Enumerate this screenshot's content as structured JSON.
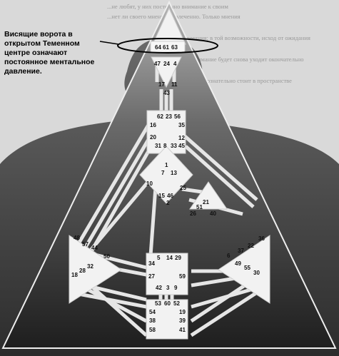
{
  "annotation": {
    "lines": [
      "Висящие ворота в",
      "открытом Теменном",
      "центре означают",
      "постоянное ментальное",
      "давление."
    ]
  },
  "background_text": {
    "lines": [
      "...не любят, у них постоянно внимание к своим",
      "...нет ли своего мнения, отвлеченно. Только мнения",
      "...внимания; в той возможности, исход от ожидания",
      "...как внимание будет снова уходит окончательно",
      "...Если вы сознательно стоит в пространстве"
    ]
  },
  "gates": {
    "head": [
      "64",
      "61",
      "63"
    ],
    "head_bottom": [
      "47",
      "24",
      "4"
    ],
    "ajna_bottom": [
      "17",
      "11",
      "43"
    ],
    "throat": [
      "62",
      "23",
      "56",
      "16",
      "35",
      "12",
      "20",
      "31",
      "8",
      "33",
      "45"
    ],
    "g_center": [
      "1",
      "7",
      "13",
      "10",
      "15",
      "46",
      "2",
      "25"
    ],
    "heart": [
      "21",
      "51",
      "26",
      "40"
    ],
    "spleen": [
      "48",
      "57",
      "44",
      "50",
      "32",
      "28",
      "18"
    ],
    "solar_plexus": [
      "36",
      "22",
      "37",
      "6",
      "49",
      "55",
      "30"
    ],
    "sacral": [
      "5",
      "14",
      "29",
      "34",
      "27",
      "59",
      "42",
      "3",
      "9"
    ],
    "root": [
      "53",
      "60",
      "52",
      "54",
      "38",
      "58",
      "19",
      "39",
      "41"
    ]
  },
  "colors": {
    "triangle_dark": "#1e1e1e",
    "triangle_light": "#8a8a8a",
    "body_silhouette": "#5a5a5a",
    "center_fill": "#f2f2f2",
    "channel": "#e6e6e6"
  }
}
